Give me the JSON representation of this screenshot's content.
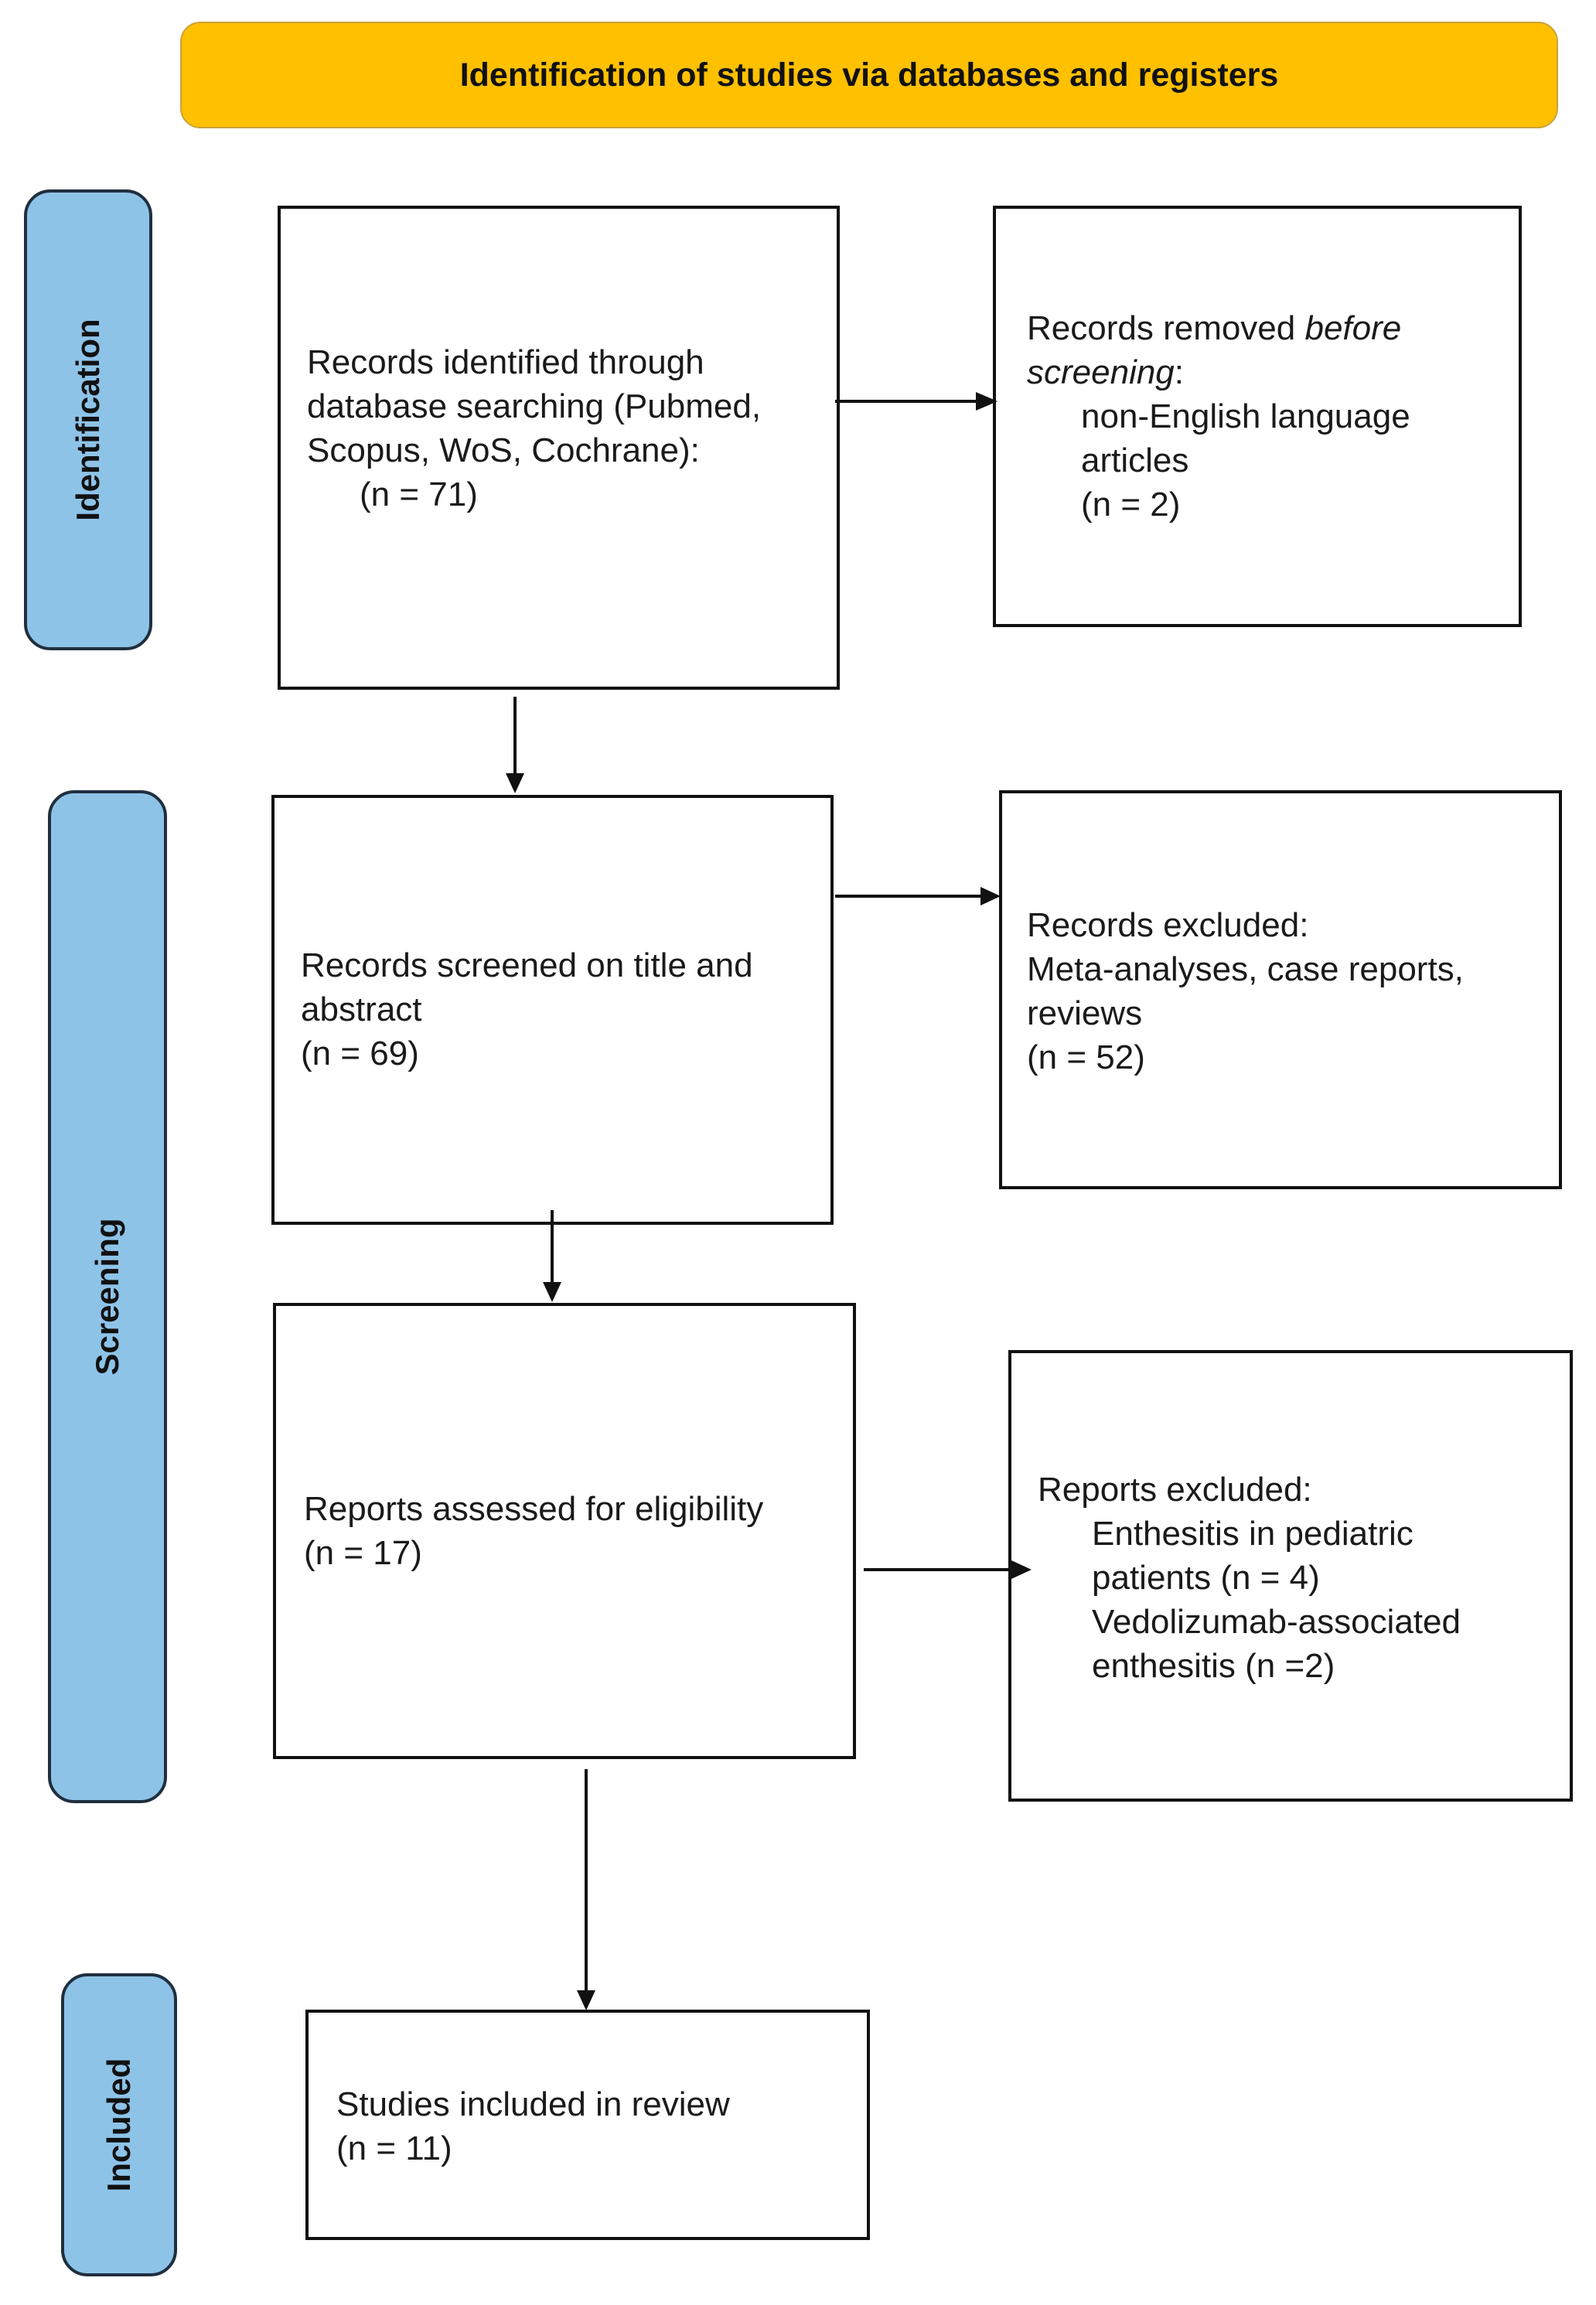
{
  "header": {
    "title": "Identification of studies via databases and registers"
  },
  "phases": {
    "identification": "Identification",
    "screening": "Screening",
    "included": "Included"
  },
  "boxes": {
    "identified": {
      "line1": "Records identified through",
      "line2": "database searching (Pubmed,",
      "line3": "Scopus, WoS, Cochrane):",
      "count": "(n = 71)"
    },
    "removed": {
      "prefix": "Records removed ",
      "emphasis1": "before",
      "emphasis2": "screening",
      "colon": ":",
      "reason1": "non-English language",
      "reason2": "articles",
      "count": "(n = 2)"
    },
    "screened": {
      "line1": "Records screened on title and",
      "line2": "abstract",
      "count": "(n = 69)"
    },
    "excluded_records": {
      "line1": "Records excluded:",
      "line2": "Meta-analyses, case reports,",
      "line3": "reviews",
      "count": "(n = 52)"
    },
    "assessed": {
      "line1": "Reports assessed for eligibility",
      "count": "(n = 17)"
    },
    "excluded_reports": {
      "line1": "Reports excluded:",
      "reason1a": "Enthesitis in pediatric",
      "reason1b": "patients (n = 4)",
      "reason2a": "Vedolizumab-associated",
      "reason2b": "enthesitis (n =2)"
    },
    "included": {
      "line1": "Studies included in review",
      "count": "(n = 11)"
    }
  },
  "colors": {
    "banner": "#FFC000",
    "phase": "#8EC3E8",
    "border": "#111111"
  }
}
